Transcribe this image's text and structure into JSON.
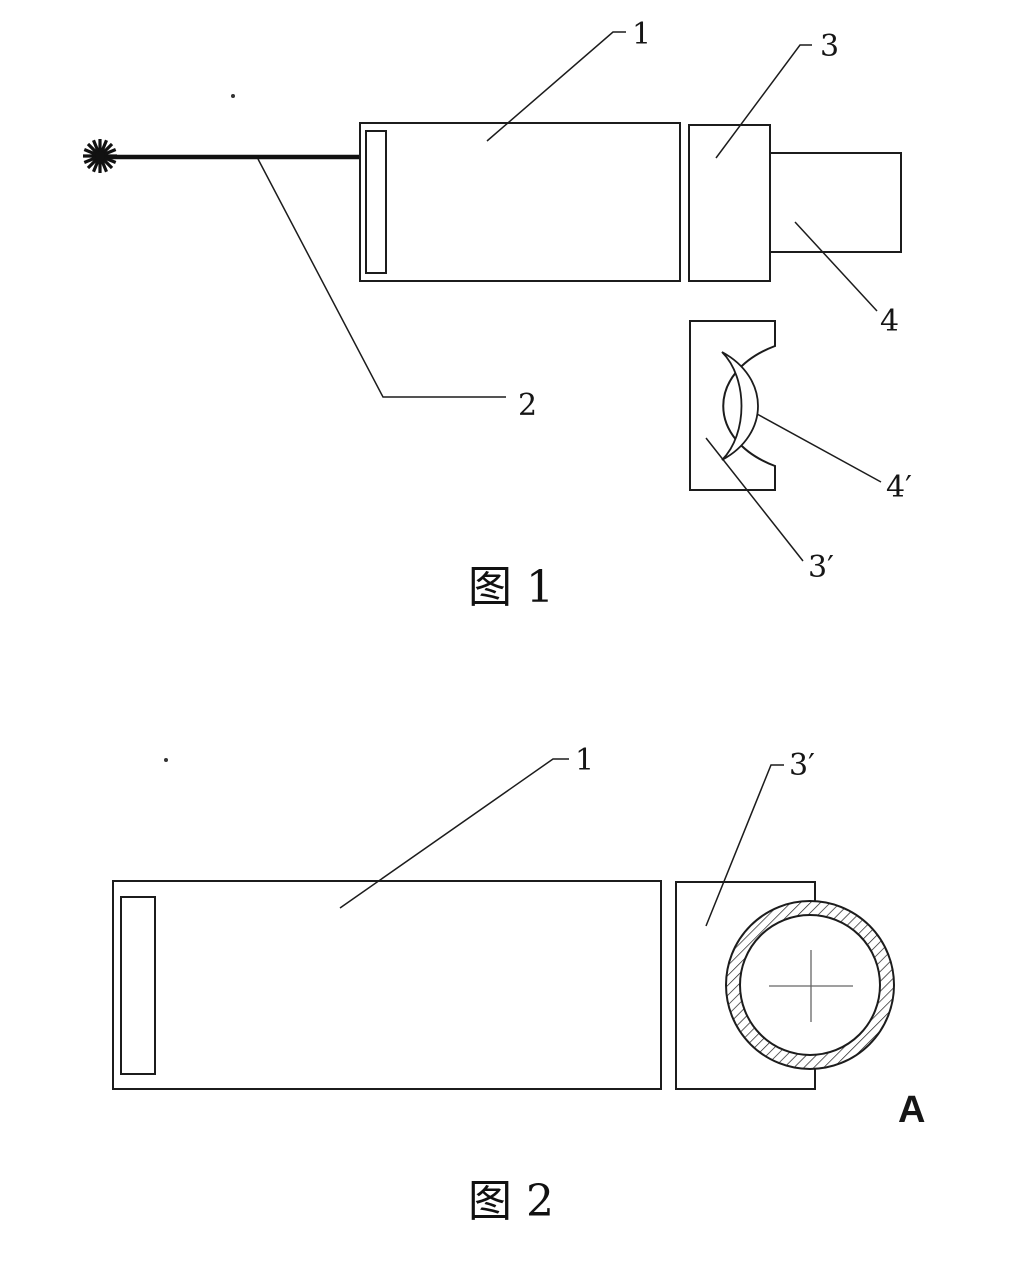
{
  "page": {
    "background": "#ffffff",
    "line_color": "#1c1c1c"
  },
  "figure1": {
    "caption": "图 1",
    "labels": {
      "body": "1",
      "needle": "2",
      "mount": "3",
      "block": "4",
      "lens": "4′",
      "mount_alt": "3′"
    }
  },
  "figure2": {
    "caption": "图 2",
    "labels": {
      "body": "1",
      "mount_alt": "3′",
      "view": "A"
    }
  }
}
